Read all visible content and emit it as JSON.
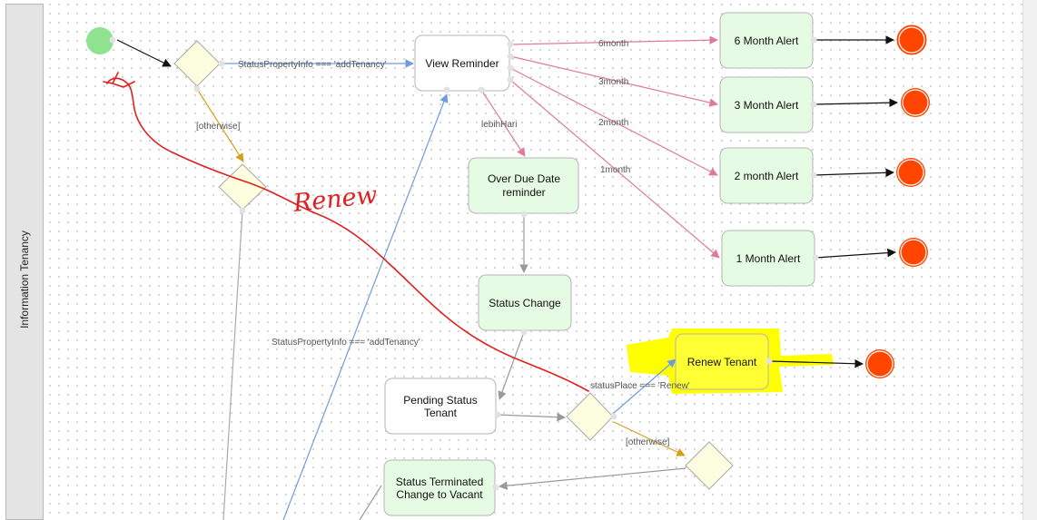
{
  "lane": {
    "label": "Information Tenancy"
  },
  "nodes": {
    "view_reminder": "View Reminder",
    "alert_6": "6 Month Alert",
    "alert_3": "3 Month Alert",
    "alert_2": "2 month Alert",
    "alert_1": "1 Month Alert",
    "over_due_1": "Over Due Date",
    "over_due_2": "reminder",
    "status_change": "Status Change",
    "pending_1": "Pending Status",
    "pending_2": "Tenant",
    "renew_tenant": "Renew Tenant",
    "terminated_1": "Status Terminated",
    "terminated_2": "Change to Vacant"
  },
  "edges": {
    "add_tenancy_top": "StatusPropertyInfo === 'addTenancy'",
    "otherwise_top": "[otherwise]",
    "six_month": "6month",
    "three_month": "3month",
    "two_month": "2month",
    "one_month": "1month",
    "lebih_hari": "lebihHari",
    "add_tenancy_mid": "StatusPropertyInfo === 'addTenancy'",
    "status_renew": "statusPlace === 'Renew'",
    "otherwise_bottom": "[otherwise]"
  },
  "annotation": {
    "text": "Renew"
  },
  "colors": {
    "start": "#8fe28f",
    "end": "#ff4500",
    "task_fill": "#e6fbe3",
    "gateway_fill": "#fdfde0",
    "highlight": "#ffff00",
    "pink_edge": "#e07b97",
    "gold_edge": "#d4a017",
    "blue_edge": "#6f9ddc",
    "annotation": "#e02020"
  }
}
